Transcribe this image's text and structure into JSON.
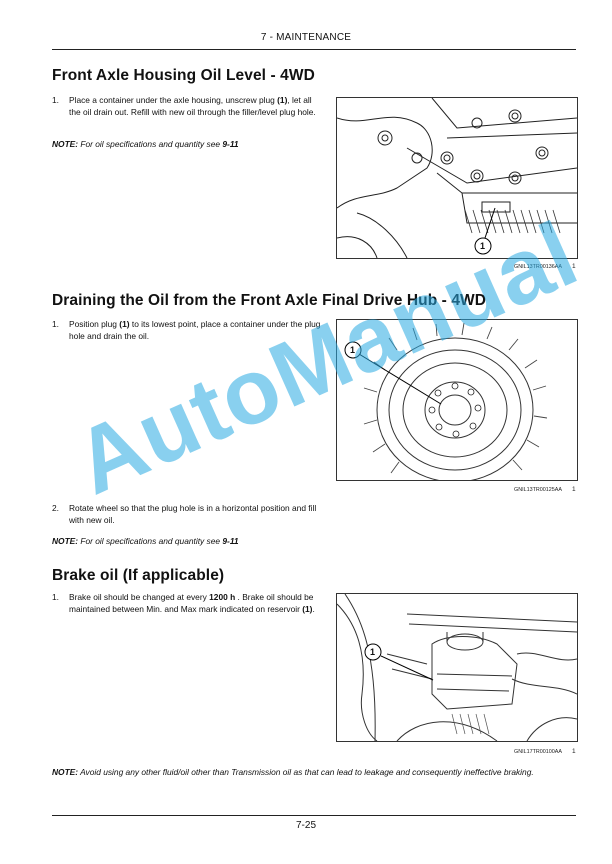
{
  "header": {
    "title": "7 - MAINTENANCE"
  },
  "section1": {
    "title": "Front Axle Housing Oil Level - 4WD",
    "step": {
      "num": "1.",
      "text_a": "Place a container under the axle housing, unscrew plug ",
      "ref": "(1)",
      "text_b": ", let all the oil drain out. Refill with new oil through the filler/level plug hole."
    },
    "note": {
      "label": "NOTE:",
      "text": " For oil specifications and quantity see ",
      "ref": "9-11"
    },
    "figure": {
      "caption": "GNIL13TR00136AA",
      "number": "1",
      "callout": "1"
    }
  },
  "section2": {
    "title": "Draining the Oil from the Front Axle Final Drive Hub - 4WD",
    "step1": {
      "num": "1.",
      "text_a": "Position plug ",
      "ref": "(1)",
      "text_b": " to its lowest point, place a container under the plug hole and drain the oil."
    },
    "step2": {
      "num": "2.",
      "text": "Rotate wheel so that the plug hole is in a horizontal position and fill with new oil."
    },
    "note": {
      "label": "NOTE:",
      "text": " For oil specifications and quantity see ",
      "ref": "9-11"
    },
    "figure": {
      "caption": "GNIL13TR00125AA",
      "number": "1",
      "callout": "1"
    }
  },
  "section3": {
    "title": "Brake oil (If applicable)",
    "step": {
      "num": "1.",
      "text_a": "Brake oil should be changed at every ",
      "interval": "1200 h",
      "text_b": " . Brake oil should be maintained between Min. and Max mark indicated on reservoir ",
      "ref": "(1)",
      "text_c": "."
    },
    "figure": {
      "caption": "GNIL17TR00100AA",
      "number": "1",
      "callout": "1"
    }
  },
  "bottom_note": {
    "label": "NOTE:",
    "text": " Avoid using any other fluid/oil other than Transmission oil as that can lead to leakage and consequently ineffective braking."
  },
  "watermark": {
    "text": "AutoManual"
  },
  "footer": {
    "page": "7-25"
  }
}
